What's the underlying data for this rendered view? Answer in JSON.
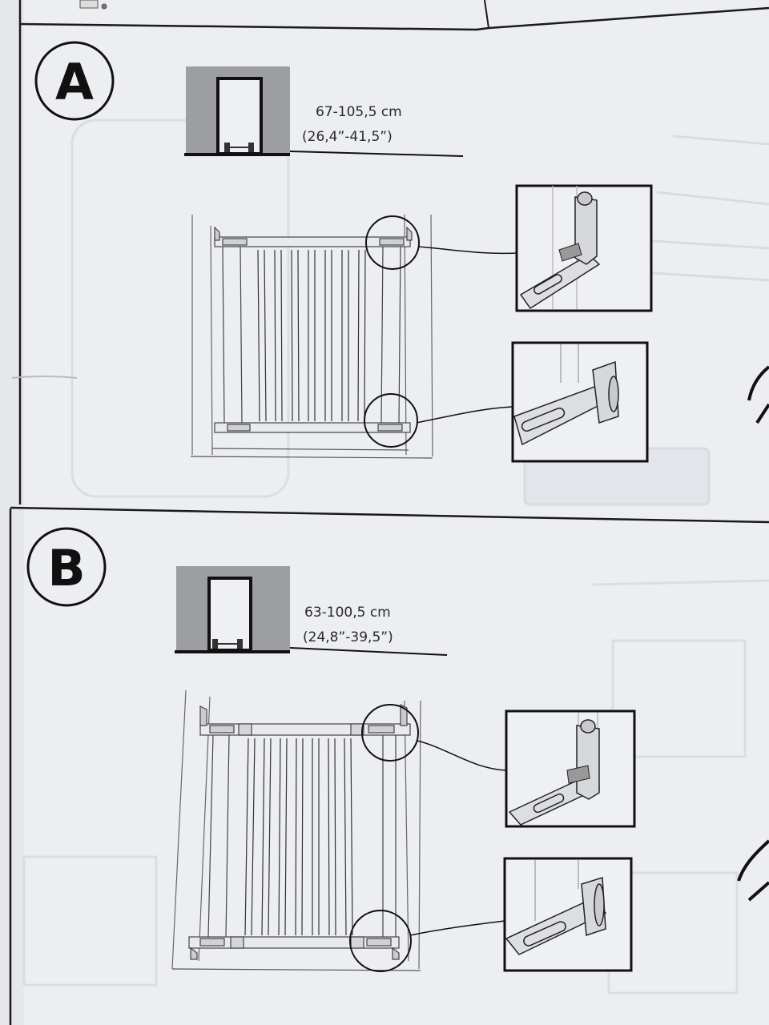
{
  "sections": [
    {
      "letter": "A",
      "range_cm": "67-105,5 cm",
      "range_in": "(26,4”-41,5”)"
    },
    {
      "letter": "B",
      "range_cm": "63-100,5 cm",
      "range_in": "(24,8”-39,5”)"
    }
  ]
}
